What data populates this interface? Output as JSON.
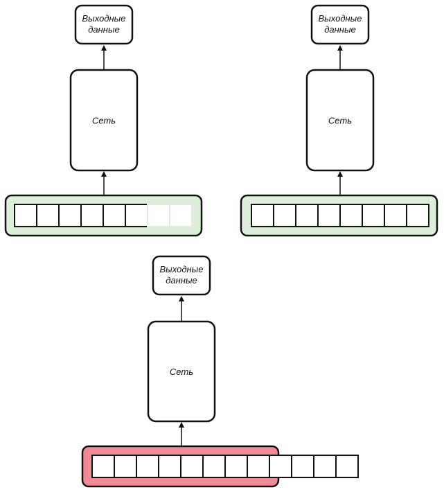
{
  "labels": {
    "output": [
      "Выходные",
      "данные"
    ],
    "network": "Сеть"
  },
  "colors": {
    "fits_tray": "#ddeeda",
    "overflow_tray": "#f08a96",
    "stroke": "#111111"
  },
  "panels": [
    {
      "id": "panel-padded",
      "tray": "fits",
      "tray_capacity": 8,
      "sequence_length": 6
    },
    {
      "id": "panel-exact",
      "tray": "fits",
      "tray_capacity": 8,
      "sequence_length": 8
    },
    {
      "id": "panel-overflow",
      "tray": "overflow",
      "tray_capacity": 8,
      "sequence_length": 12
    }
  ]
}
